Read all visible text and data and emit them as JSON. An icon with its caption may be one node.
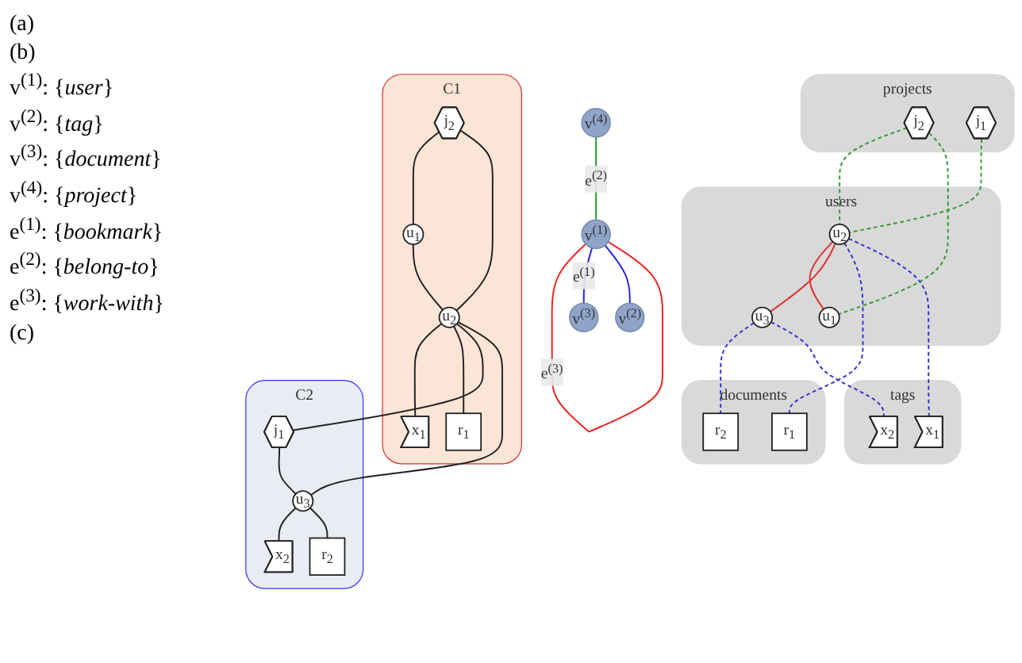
{
  "diagram": {
    "nodes": [
      {
        "text": [
          "projects"
        ]
      },
      {
        "text": [
          "j$_{2}$"
        ],
        "in": 0
      },
      {
        "text": [
          "j$_{1}$"
        ],
        "in": 0
      },
      {
        "text": [
          "users"
        ]
      },
      {
        "text": [
          "u$_{2}$"
        ],
        "in": 3
      },
      {
        "text": [
          "u$_{1}$"
        ],
        "in": 3
      },
      {
        "text": [
          "u$_{3}$"
        ],
        "in": 3
      },
      {
        "text": [
          "documents"
        ]
      },
      {
        "text": [
          "r$_{1}$"
        ],
        "in": 7
      },
      {
        "text": [
          "r$_{2}$"
        ],
        "in": 7
      },
      {
        "text": [
          "tags"
        ]
      },
      {
        "text": [
          "x$_{1}$"
        ],
        "in": 10
      },
      {
        "text": [
          "x$_{2}$"
        ],
        "in": 10
      },
      {
        "text": [
          "v$^{(4)}$"
        ]
      },
      {
        "text": [
          "v$^{(1)}$"
        ]
      },
      {
        "text": [
          "v$^{(3)}$"
        ]
      },
      {
        "text": [
          "v$^{(2)}$"
        ]
      },
      {
        "text": [
          "C1"
        ]
      },
      {
        "text": [
          "j$_{2}$"
        ],
        "in": 17
      },
      {
        "text": [
          "u$_{1}$"
        ],
        "in": 17
      },
      {
        "text": [
          "u$_{2}$"
        ],
        "in": 17
      },
      {
        "text": [
          "x$_{1}$"
        ],
        "in": 17
      },
      {
        "text": [
          "r$_{1}$"
        ],
        "in": 17
      },
      {
        "text": [
          "C2"
        ]
      },
      {
        "text": [
          "j$_{1}$"
        ],
        "in": 23
      },
      {
        "text": [
          "u$_{3}$"
        ],
        "in": 23
      },
      {
        "text": [
          "x$_{2}$"
        ],
        "in": 23
      },
      {
        "text": [
          "r$_{2}$"
        ],
        "in": 23
      }
    ],
    "edges": [
      {
        "from": 1,
        "to": 4,
        "arrow": "none",
        "style": "dashed",
        "color": "#339933"
      },
      {
        "from": 2,
        "to": 4,
        "arrow": "none",
        "style": "dashed",
        "color": "#339933"
      },
      {
        "from": 1,
        "to": 5,
        "arrow": "none",
        "style": "dashed",
        "color": "#339933"
      },
      {
        "from": 4,
        "to": 5,
        "arrow": "none",
        "color": "#e03030"
      },
      {
        "from": 4,
        "to": 6,
        "arrow": "none",
        "color": "#e03030"
      },
      {
        "from": 4,
        "to": 8,
        "arrow": "none",
        "style": "dashed",
        "color": "#3333cc"
      },
      {
        "from": 4,
        "to": 11,
        "arrow": "none",
        "style": "dashed",
        "color": "#3333cc"
      },
      {
        "from": 6,
        "to": 9,
        "arrow": "none",
        "style": "dashed",
        "color": "#3333cc"
      },
      {
        "from": 6,
        "to": 12,
        "arrow": "none",
        "style": "dashed",
        "color": "#3333cc"
      },
      {
        "from": 13,
        "to": 14,
        "label": "e$^{(2)}$",
        "arrow": "none",
        "color": "#229922"
      },
      {
        "from": 14,
        "to": 14,
        "label": "e$^{(3)}$",
        "arrow": "none",
        "color": "#ee2222"
      },
      {
        "from": 14,
        "to": 15,
        "label": "e$^{(1)}$",
        "arrow": "none",
        "color": "#2222ee"
      },
      {
        "from": 14,
        "to": 16,
        "arrow": "none",
        "color": "#2222ee"
      },
      {
        "from": 18,
        "to": 19,
        "arrow": "none"
      },
      {
        "from": 18,
        "to": 20,
        "arrow": "none"
      },
      {
        "from": 19,
        "to": 20,
        "arrow": "none"
      },
      {
        "from": 20,
        "to": 21,
        "arrow": "none"
      },
      {
        "from": 20,
        "to": 22,
        "arrow": "none"
      },
      {
        "from": 20,
        "to": 24,
        "arrow": "none"
      },
      {
        "from": 20,
        "to": 25,
        "arrow": "none"
      },
      {
        "from": 24,
        "to": 25,
        "arrow": "none"
      },
      {
        "from": 25,
        "to": 26,
        "arrow": "none"
      },
      {
        "from": 25,
        "to": 27,
        "arrow": "none"
      }
    ],
    "labels": [
      "(a)",
      "(b)",
      "v$^{(1)}$: {*user*}",
      "v$^{(2)}$: {*tag*}",
      "v$^{(3)}$: {*document*}",
      "v$^{(4)}$: {*project*}",
      "e$^{(1)}$: {*bookmark*}",
      "e$^{(2)}$: {*belong-to*}",
      "e$^{(3)}$: {*work-with*}",
      "(c)"
    ]
  }
}
